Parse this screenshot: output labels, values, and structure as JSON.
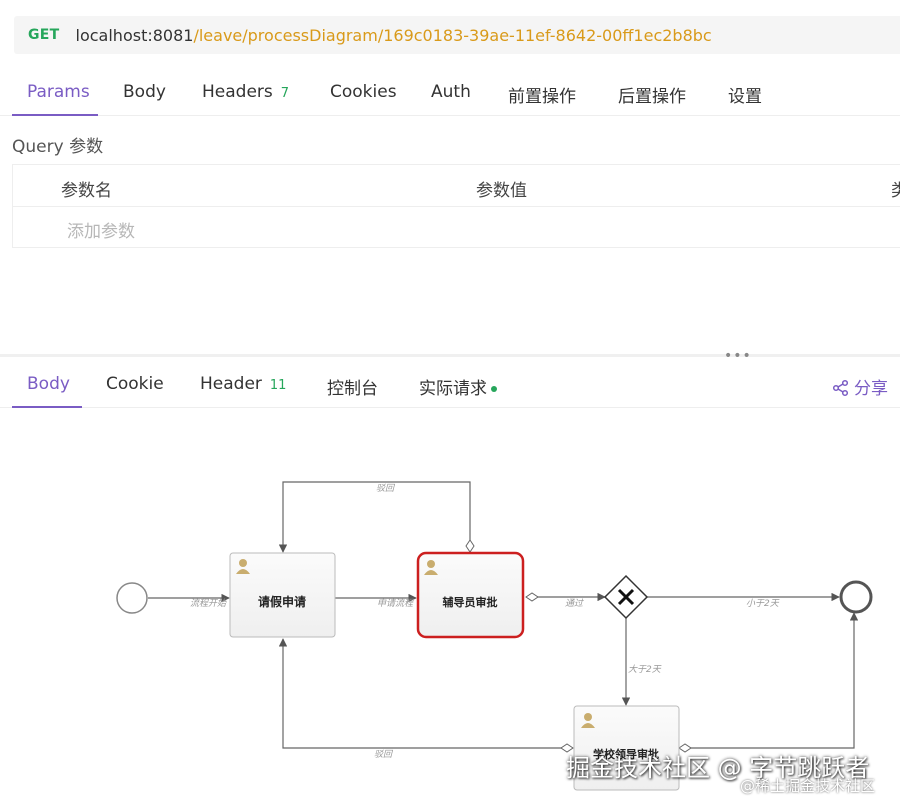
{
  "request": {
    "method": "GET",
    "host": "localhost:8081",
    "path": "/leave/processDiagram/169c0183-39ae-11ef-8642-00ff1ec2b8bc"
  },
  "request_tabs": [
    {
      "label": "Params",
      "badge": ""
    },
    {
      "label": "Body",
      "badge": ""
    },
    {
      "label": "Headers",
      "badge": "7"
    },
    {
      "label": "Cookies",
      "badge": ""
    },
    {
      "label": "Auth",
      "badge": ""
    },
    {
      "label": "前置操作",
      "badge": ""
    },
    {
      "label": "后置操作",
      "badge": ""
    },
    {
      "label": "设置",
      "badge": ""
    }
  ],
  "query": {
    "label": "Query 参数",
    "columns": [
      "参数名",
      "参数值",
      "类"
    ],
    "add_placeholder": "添加参数"
  },
  "divider_handle": "•••",
  "response_tabs": [
    {
      "label": "Body",
      "badge": ""
    },
    {
      "label": "Cookie",
      "badge": ""
    },
    {
      "label": "Header",
      "badge": "11"
    },
    {
      "label": "控制台",
      "badge": ""
    },
    {
      "label": "实际请求",
      "badge": ""
    }
  ],
  "share_label": "分享",
  "diagram": {
    "tasks": {
      "apply": "请假申请",
      "counselor": "辅导员审批",
      "leader": "学校领导审批"
    },
    "flows": {
      "start": "流程开始",
      "submit": "申请流程",
      "reject_top": "驳回",
      "pass": "通过",
      "less_than": "小于2天",
      "greater_than": "大于2天",
      "reject_bottom": "驳回"
    }
  },
  "watermark": {
    "main": "掘金技术社区 @ 字节跳跃者",
    "sub": "@稀土掘金技术社区"
  },
  "colors": {
    "accent": "#7a5cc4",
    "method": "#26a65b",
    "path": "#d99a1a",
    "active_task_border": "#cc1f1f"
  }
}
